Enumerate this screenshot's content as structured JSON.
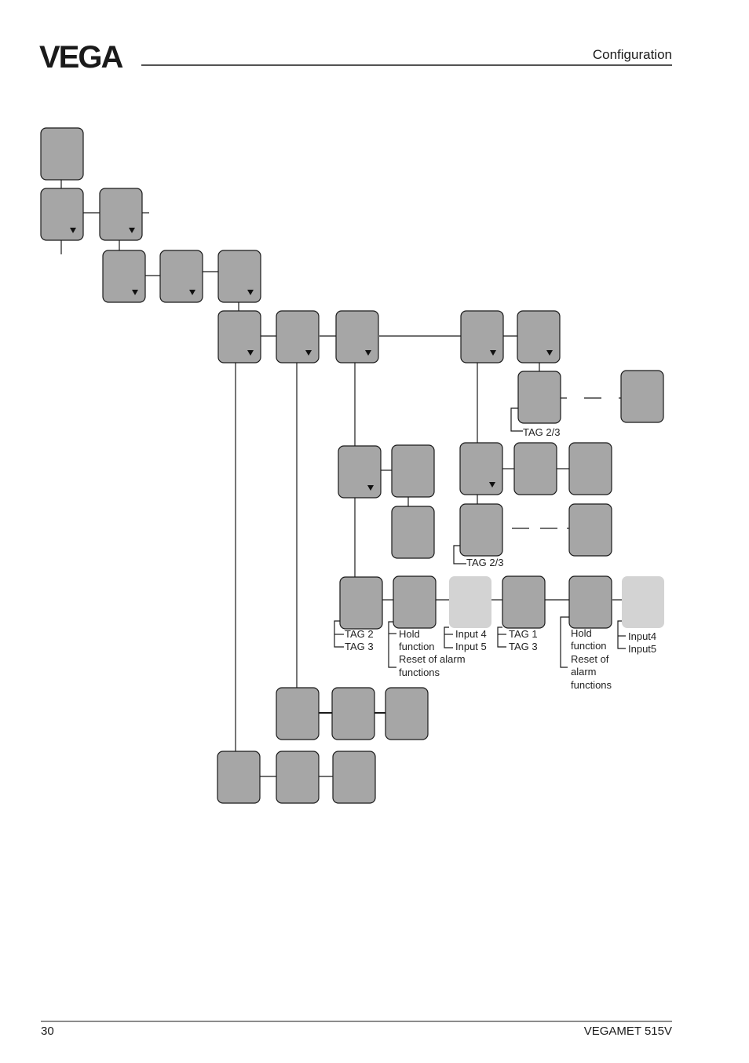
{
  "header": {
    "logo_text": "VEGA",
    "section_title": "Configuration"
  },
  "footer": {
    "page_number": "30",
    "product_name": "VEGAMET 515V"
  },
  "diagram": {
    "box_fill": "#a6a6a6",
    "box_fill_light": "#d3d3d3",
    "labels": {
      "tag23_a": "TAG 2/3",
      "tag23_b": "TAG 2/3",
      "tag2": "TAG 2",
      "tag3_a": "TAG 3",
      "hold_a": "Hold",
      "function_a": "function",
      "reset_a": "Reset of alarm",
      "functions_a": "functions",
      "input4_a": "Input 4",
      "input5_a": "Input 5",
      "tag1": "TAG 1",
      "tag3_b": "TAG 3",
      "hold_b": "Hold",
      "function_b": "function",
      "reset_b": "Reset of",
      "alarm_b": "alarm",
      "functions_b": "functions",
      "input4_b": "Input4",
      "input5_b": "Input5"
    }
  }
}
